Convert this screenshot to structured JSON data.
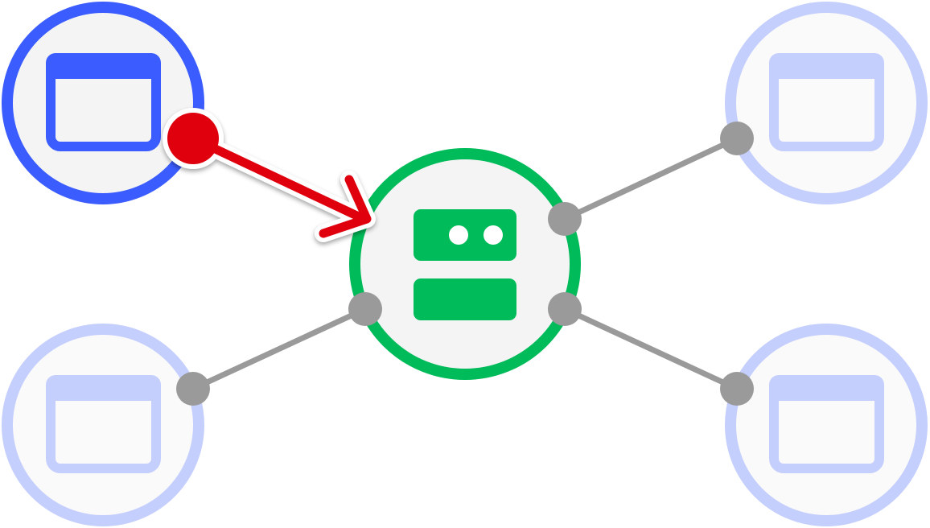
{
  "colors": {
    "active_client": "#3b5cff",
    "inactive_client": "#c5cffd",
    "client_fill": "#f4f4f5",
    "inactive_client_fill": "#fafafa",
    "server": "#00bb59",
    "server_fill": "#f4f4f5",
    "connector": "#9a9a9a",
    "request_arrow": "#e0000f"
  },
  "nodes": [
    {
      "id": "client-top-left",
      "role": "client",
      "state": "active",
      "icon": "browser-window-icon"
    },
    {
      "id": "client-top-right",
      "role": "client",
      "state": "inactive",
      "icon": "browser-window-icon"
    },
    {
      "id": "client-bottom-left",
      "role": "client",
      "state": "inactive",
      "icon": "browser-window-icon"
    },
    {
      "id": "client-bottom-right",
      "role": "client",
      "state": "inactive",
      "icon": "browser-window-icon"
    },
    {
      "id": "server-center",
      "role": "server",
      "state": "active",
      "icon": "server-icon"
    }
  ],
  "edges": [
    {
      "from": "client-top-left",
      "to": "server-center",
      "kind": "request-arrow"
    },
    {
      "from": "server-center",
      "to": "client-top-right",
      "kind": "connection"
    },
    {
      "from": "server-center",
      "to": "client-bottom-left",
      "kind": "connection"
    },
    {
      "from": "server-center",
      "to": "client-bottom-right",
      "kind": "connection"
    }
  ]
}
